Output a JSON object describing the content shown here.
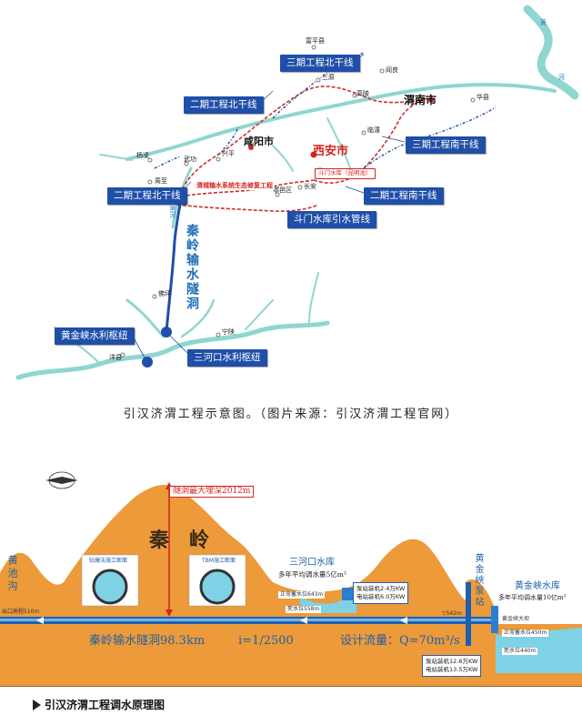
{
  "map": {
    "rivers": {
      "huang": "黄",
      "he": "河",
      "heihe": "黑河"
    },
    "cities": {
      "weinan": "渭南市",
      "xianyang": "咸阳市",
      "xian": "西安市"
    },
    "towns": [
      "富平县",
      "三原",
      "阎良",
      "高陵",
      "华县",
      "临潼",
      "兴平",
      "武功",
      "杨凌",
      "周至",
      "长安",
      "鄠邑区",
      "佛坪",
      "宁陕",
      "洋县"
    ],
    "reservoir": "斗门水库（昆明池）",
    "project_label": "渭城输水系统生态修复工程",
    "tunnel_label": "秦岭输水隧洞",
    "boxes": {
      "phase3_north": "三期工程北干线",
      "phase2_north_top": "二期工程北干线",
      "phase3_south": "三期工程南干线",
      "phase2_north_left": "二期工程北干线",
      "phase2_south": "二期工程南干线",
      "doumen_pipe": "斗门水库引水管线",
      "huangjinxia": "黄金峡水利枢纽",
      "sanhekou": "三河口水利枢纽"
    }
  },
  "caption1": "引汉济渭工程示意图。（图片来源：引汉济渭工程官网）",
  "section": {
    "peak_depth": "隧洞最大埋深2012m",
    "qinling": "秦　岭",
    "huangchigou": "黄池沟",
    "huangchigou_elev": "出口高程510m",
    "portal_left": "钻爆法施工断面",
    "portal_right": "TBM施工断面",
    "sanhekou_title": "三河口水库",
    "sanhekou_storage": "多年平均调水量5亿m³",
    "sanhekou_normal": "正常蓄水位643m",
    "sanhekou_dead": "死水位558m",
    "pump_panel": [
      "泵站装机2.4万KW",
      "电站装机6.0万KW"
    ],
    "elev_542": "▽542m",
    "tunnel_text": "秦岭输水隧洞98.3km",
    "slope": "i=1/2500",
    "flow": "设计流量：Q=70m³/s",
    "hjx_pump_station": "黄金峡泵站",
    "hjx_reservoir_title": "黄金峡水库",
    "hjx_storage": "多年平均调水量10亿m³",
    "hjx_dam": "黄金峡大坝",
    "hjx_normal": "正常蓄水位450m",
    "hjx_dead": "死水位440m",
    "hjx_panel": [
      "泵站装机12.6万KW",
      "电站装机13.5万KW"
    ]
  },
  "caption2": "引汉济渭工程调水原理图",
  "colors": {
    "mountain": "#ec9a3a",
    "water": "#7fd2e6",
    "tunnel": "#1f5fb0",
    "route_red": "#c8322a",
    "route_blue": "#1f4fa8",
    "river": "#8fd6d0"
  }
}
